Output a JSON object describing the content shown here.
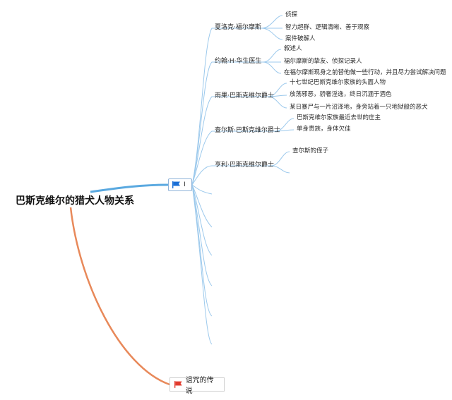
{
  "root": {
    "title": "巴斯克维尔的猎犬人物关系"
  },
  "branch1": {
    "label": "I",
    "flag_color": "#1a6fd6",
    "characters": [
      {
        "name": "夏洛克·福尔摩斯",
        "details": [
          "侦探",
          "智力超群、逻辑清晰、善于观察",
          "案件破解人"
        ]
      },
      {
        "name": "约翰·H·华生医生",
        "details": [
          "叙述人",
          "福尔摩斯的挚友、侦探记录人",
          "在福尔摩斯现身之前替他做一些行动，并且尽力尝试解决问题"
        ]
      },
      {
        "name": "雨果·巴斯克维尔爵士",
        "details": [
          "十七世纪巴斯克维尔家族的头面人物",
          "放荡邪恶，骄奢淫逸，终日沉湎于酒色",
          "某日暴尸与一片沼泽地，身旁站着一只地狱般的恶犬"
        ]
      },
      {
        "name": "查尔斯·巴斯克维尔爵士",
        "details": [
          "巴斯克维尔家族最近去世的庄主",
          "单身贵族，身体欠佳"
        ]
      },
      {
        "name": "亨利·巴斯克维尔爵士",
        "details": [
          "查尔斯的侄子",
          ""
        ]
      }
    ]
  },
  "branch2": {
    "label": "诅咒的传说",
    "flag_color": "#e23b2e"
  },
  "colors": {
    "blue_line": "#5aa9e0",
    "orange_line": "#e8895a"
  }
}
